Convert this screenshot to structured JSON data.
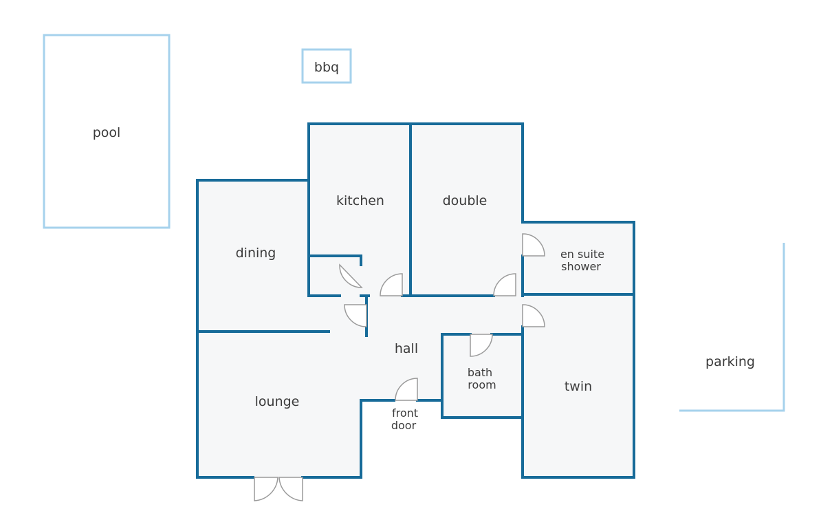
{
  "colors": {
    "wall": "#176b99",
    "outdoor": "#a6d2ec",
    "floor": "#f6f7f8",
    "door": "#9a9a9a",
    "text": "#3b3b3b"
  },
  "labels": {
    "pool": "pool",
    "bbq": "bbq",
    "kitchen": "kitchen",
    "double": "double",
    "dining": "dining",
    "en_suite_1": "en suite",
    "en_suite_2": "shower",
    "hall": "hall",
    "bath_1": "bath",
    "bath_2": "room",
    "twin": "twin",
    "lounge": "lounge",
    "front_1": "front",
    "front_2": "door",
    "parking": "parking"
  }
}
